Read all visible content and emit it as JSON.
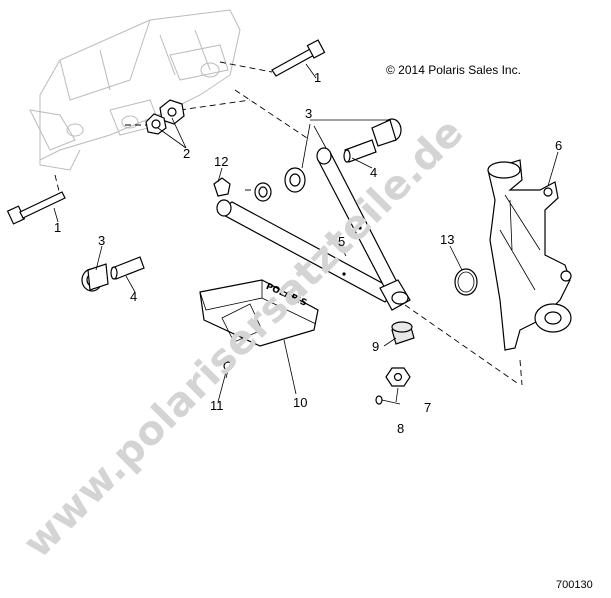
{
  "copyright": "© 2014 Polaris Sales Inc.",
  "diagram_code": "700130",
  "watermark": "www.polarisersatzteile.de",
  "guard_logo": "POLARIS",
  "callouts": [
    "1",
    "1",
    "2",
    "3",
    "3",
    "4",
    "4",
    "5",
    "6",
    "7",
    "8",
    "9",
    "10",
    "11",
    "12",
    "13"
  ]
}
